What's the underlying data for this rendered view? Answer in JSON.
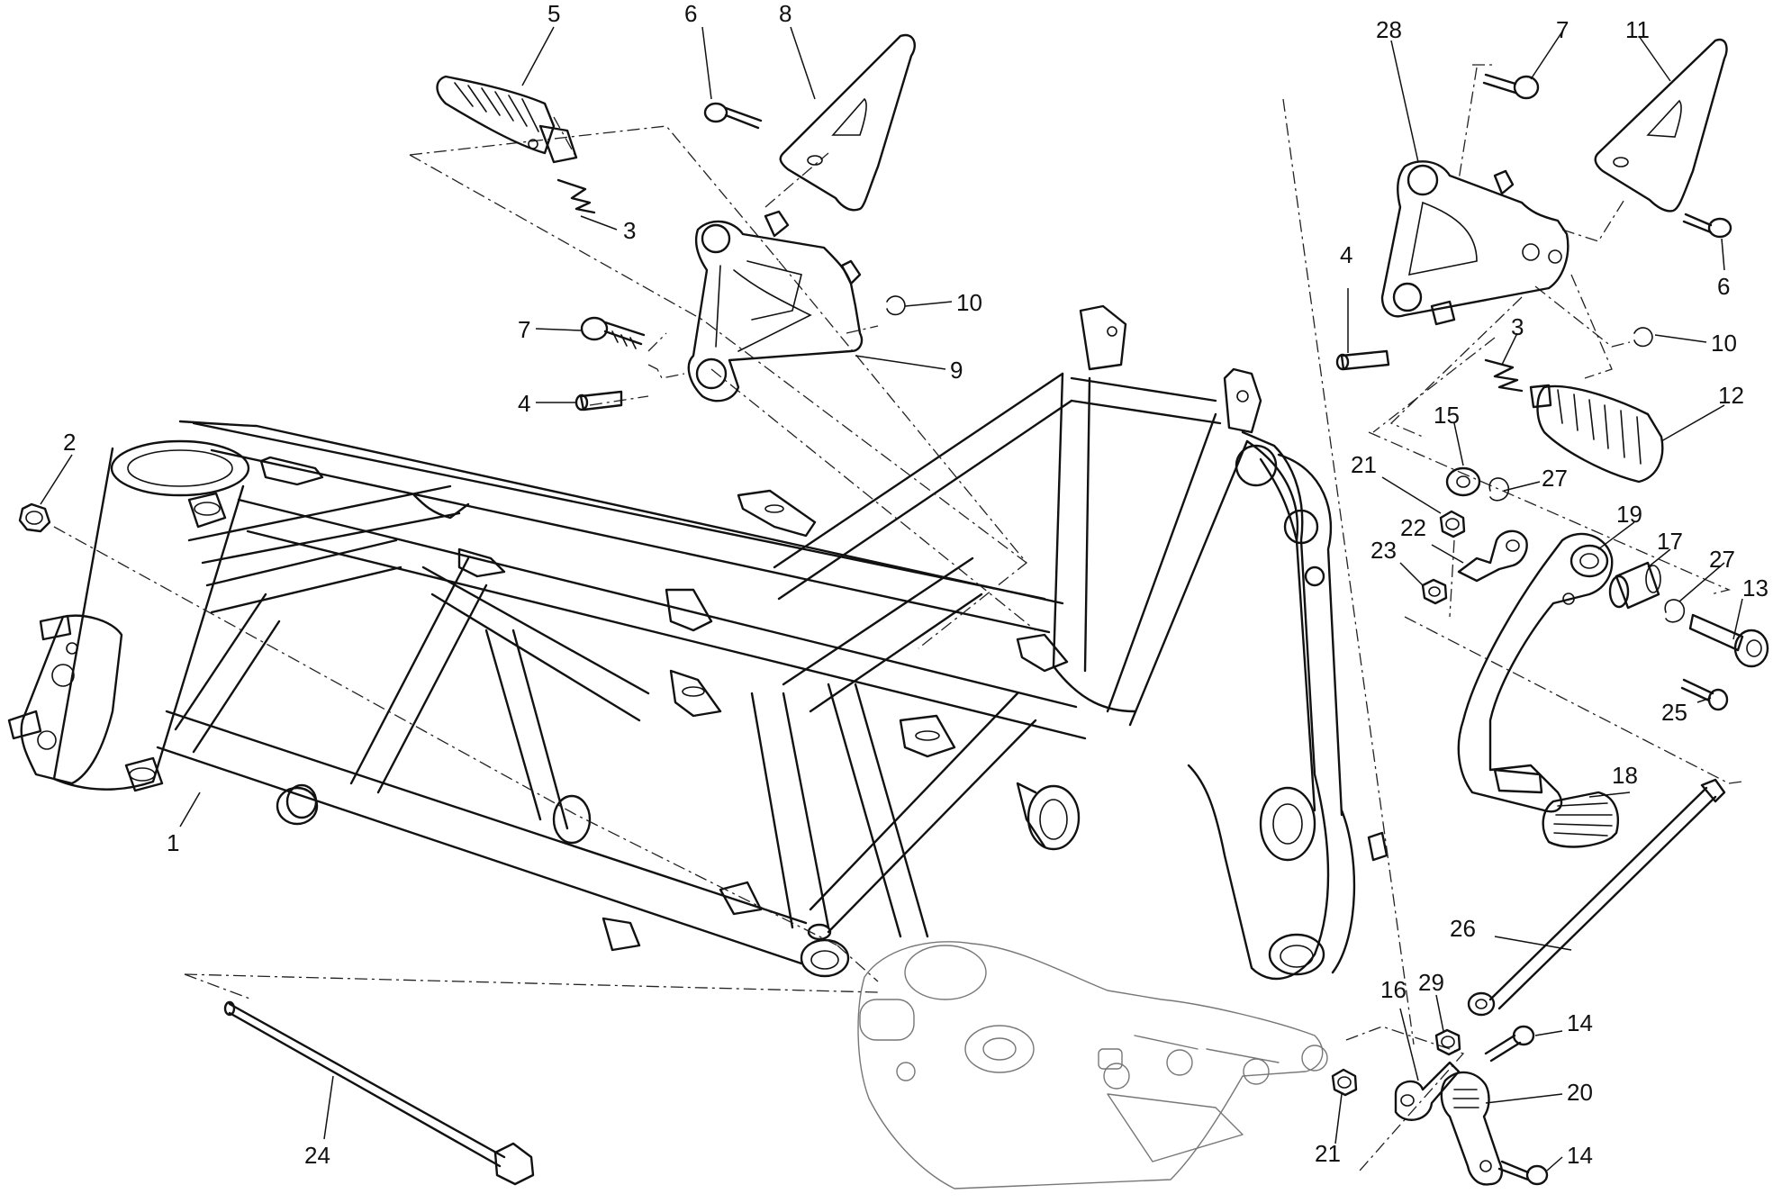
{
  "callouts": [
    {
      "id": "c5",
      "label": "5"
    },
    {
      "id": "c6a",
      "label": "6"
    },
    {
      "id": "c8",
      "label": "8"
    },
    {
      "id": "c3a",
      "label": "3"
    },
    {
      "id": "c10a",
      "label": "10"
    },
    {
      "id": "c7a",
      "label": "7"
    },
    {
      "id": "c9",
      "label": "9"
    },
    {
      "id": "c4a",
      "label": "4"
    },
    {
      "id": "c2",
      "label": "2"
    },
    {
      "id": "c1",
      "label": "1"
    },
    {
      "id": "c24",
      "label": "24"
    },
    {
      "id": "c28",
      "label": "28"
    },
    {
      "id": "c7b",
      "label": "7"
    },
    {
      "id": "c11",
      "label": "11"
    },
    {
      "id": "c6b",
      "label": "6"
    },
    {
      "id": "c4b",
      "label": "4"
    },
    {
      "id": "c3b",
      "label": "3"
    },
    {
      "id": "c10b",
      "label": "10"
    },
    {
      "id": "c12",
      "label": "12"
    },
    {
      "id": "c15",
      "label": "15"
    },
    {
      "id": "c21a",
      "label": "21"
    },
    {
      "id": "c27a",
      "label": "27"
    },
    {
      "id": "c22",
      "label": "22"
    },
    {
      "id": "c23",
      "label": "23"
    },
    {
      "id": "c19",
      "label": "19"
    },
    {
      "id": "c17",
      "label": "17"
    },
    {
      "id": "c27b",
      "label": "27"
    },
    {
      "id": "c13",
      "label": "13"
    },
    {
      "id": "c25",
      "label": "25"
    },
    {
      "id": "c18",
      "label": "18"
    },
    {
      "id": "c26",
      "label": "26"
    },
    {
      "id": "c29",
      "label": "29"
    },
    {
      "id": "c16",
      "label": "16"
    },
    {
      "id": "c14a",
      "label": "14"
    },
    {
      "id": "c20",
      "label": "20"
    },
    {
      "id": "c21b",
      "label": "21"
    },
    {
      "id": "c14b",
      "label": "14"
    }
  ]
}
